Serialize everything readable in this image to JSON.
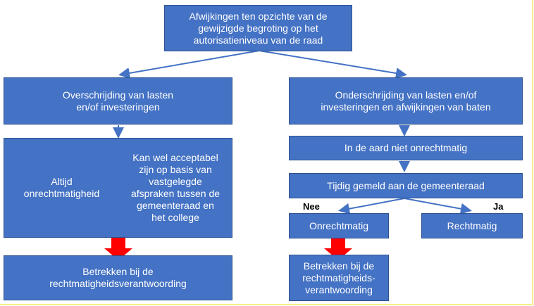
{
  "colors": {
    "box_fill": "#4472c4",
    "box_border": "#2f528f",
    "connector": "#4472c4",
    "arrow_red": "#ff0000",
    "frame": "#f6f08a"
  },
  "nodes": {
    "top": "Afwijkingen ten opzichte van de\ngewijzigde begroting op het\nautorisatieniveau van de raad",
    "left_main": "Overschrijding van lasten\nen/of investeringen",
    "left_a": "Altijd\nonrechtmatigheid",
    "left_b": "Kan wel acceptabel\nzijn op basis van\nvastgelegde\nafspraken tussen de\ngemeenteraad en\nhet college",
    "left_bottom": "Betrekken bij de\nrechtmatigheidsverantwoording",
    "right_main": "Onderschrijding van lasten en/of\ninvesteringen en afwijkingen van baten",
    "right_1": "In de aard niet onrechtmatig",
    "right_2": "Tijdig gemeld aan de gemeenteraad",
    "right_nee": "Onrechtmatig",
    "right_ja": "Rechtmatig",
    "right_bottom": "Betrekken bij de\nrechtmatigheids-\nverantwoording"
  },
  "labels": {
    "nee": "Nee",
    "ja": "Ja"
  }
}
